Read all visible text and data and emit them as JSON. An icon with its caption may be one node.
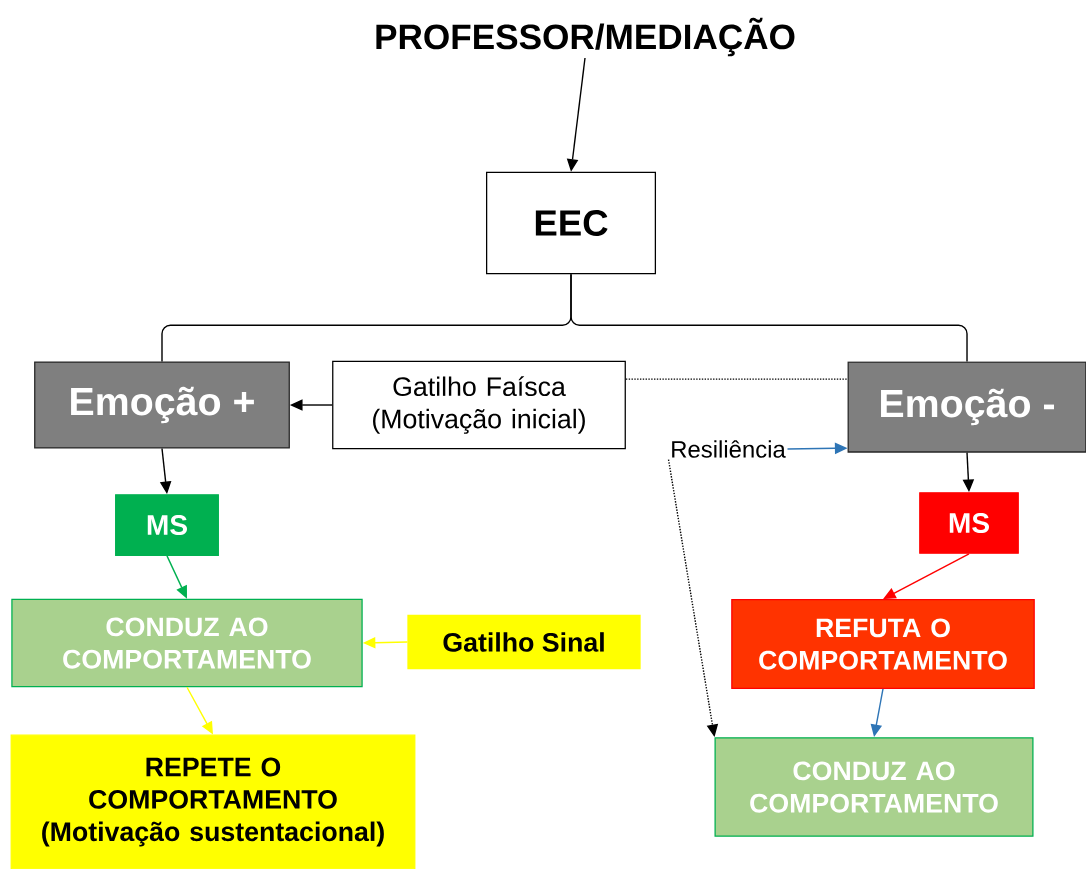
{
  "diagram": {
    "nodes": [
      {
        "text": [
          "PROFESSOR/MEDIAÇÃO"
        ]
      },
      {
        "text": [
          "EEC"
        ]
      },
      {
        "text": [
          "Emoção +"
        ]
      },
      {
        "text": [
          "Gatilho Faísca (Motivação inicial)"
        ]
      },
      {
        "text": [
          "Emoção -"
        ]
      },
      {
        "text": [
          "Resiliência"
        ]
      },
      {
        "text": [
          "MS"
        ]
      },
      {
        "text": [
          "MS"
        ]
      },
      {
        "text": [
          "CONDUZ AO COMPORTAMENTO"
        ]
      },
      {
        "text": [
          "Gatilho Sinal"
        ]
      },
      {
        "text": [
          "REFUTA O COMPORTAMENTO"
        ]
      },
      {
        "text": [
          "REPETE O COMPORTAMENTO (Motivação sustentacional)"
        ]
      },
      {
        "text": [
          "CONDUZ AO COMPORTAMENTO"
        ]
      }
    ],
    "edges": [
      {
        "from": 0,
        "to": 1,
        "arrow": "to"
      },
      {
        "from": 1,
        "to": 2,
        "arrow": "none"
      },
      {
        "from": 1,
        "to": 4,
        "arrow": "none"
      },
      {
        "from": 3,
        "to": 2,
        "arrow": "to"
      },
      {
        "from": 3,
        "to": 4,
        "arrow": "none",
        "style": "dashed"
      },
      {
        "from": 5,
        "to": 4,
        "arrow": "to",
        "color": "#2e75b6"
      },
      {
        "from": 2,
        "to": 6,
        "arrow": "to"
      },
      {
        "from": 4,
        "to": 7,
        "arrow": "to"
      },
      {
        "from": 6,
        "to": 8,
        "arrow": "to",
        "color": "#00b050"
      },
      {
        "from": 9,
        "to": 8,
        "arrow": "to",
        "color": "#ffff00"
      },
      {
        "from": 8,
        "to": 11,
        "arrow": "to",
        "color": "#ffff00"
      },
      {
        "from": 7,
        "to": 10,
        "arrow": "to",
        "color": "#ff0000"
      },
      {
        "from": 10,
        "to": 12,
        "arrow": "to",
        "color": "#2e75b6"
      },
      {
        "from": 5,
        "to": 12,
        "arrow": "to",
        "style": "dashed"
      }
    ]
  }
}
